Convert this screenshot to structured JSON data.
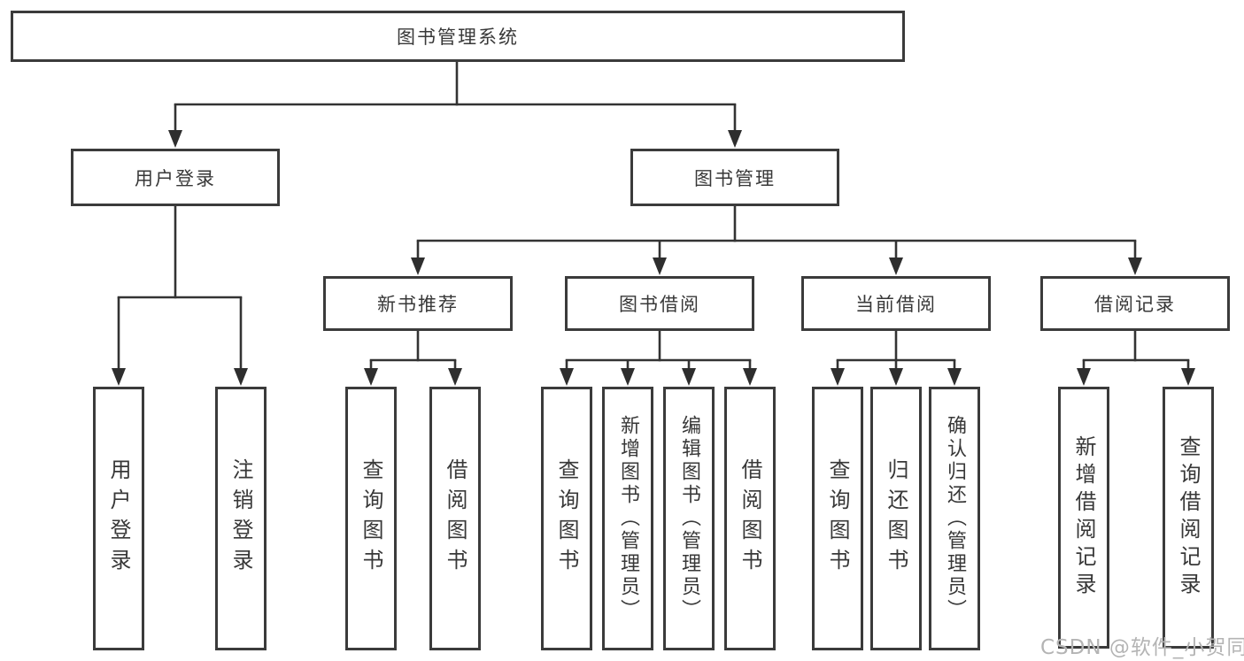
{
  "tree": {
    "label": "图书管理系统",
    "children": [
      {
        "label": "用户登录",
        "children": [
          {
            "label": "用户登录"
          },
          {
            "label": "注销登录"
          }
        ]
      },
      {
        "label": "图书管理",
        "children": [
          {
            "label": "新书推荐",
            "children": [
              {
                "label": "查询图书"
              },
              {
                "label": "借阅图书"
              }
            ]
          },
          {
            "label": "图书借阅",
            "children": [
              {
                "label": "查询图书"
              },
              {
                "label": "新增图书（管理员）"
              },
              {
                "label": "编辑图书（管理员）"
              },
              {
                "label": "借阅图书"
              }
            ]
          },
          {
            "label": "当前借阅",
            "children": [
              {
                "label": "查询图书"
              },
              {
                "label": "归还图书"
              },
              {
                "label": "确认归还（管理员）"
              }
            ]
          },
          {
            "label": "借阅记录",
            "children": [
              {
                "label": "新增借阅记录"
              },
              {
                "label": "查询借阅记录"
              }
            ]
          }
        ]
      }
    ]
  },
  "watermark": "CSDN @软件_小贺同学",
  "colors": {
    "box_border": "#3b3b3b",
    "connector": "#333333",
    "text": "#383838",
    "watermark": "#b4b4b4",
    "background": "#ffffff"
  }
}
